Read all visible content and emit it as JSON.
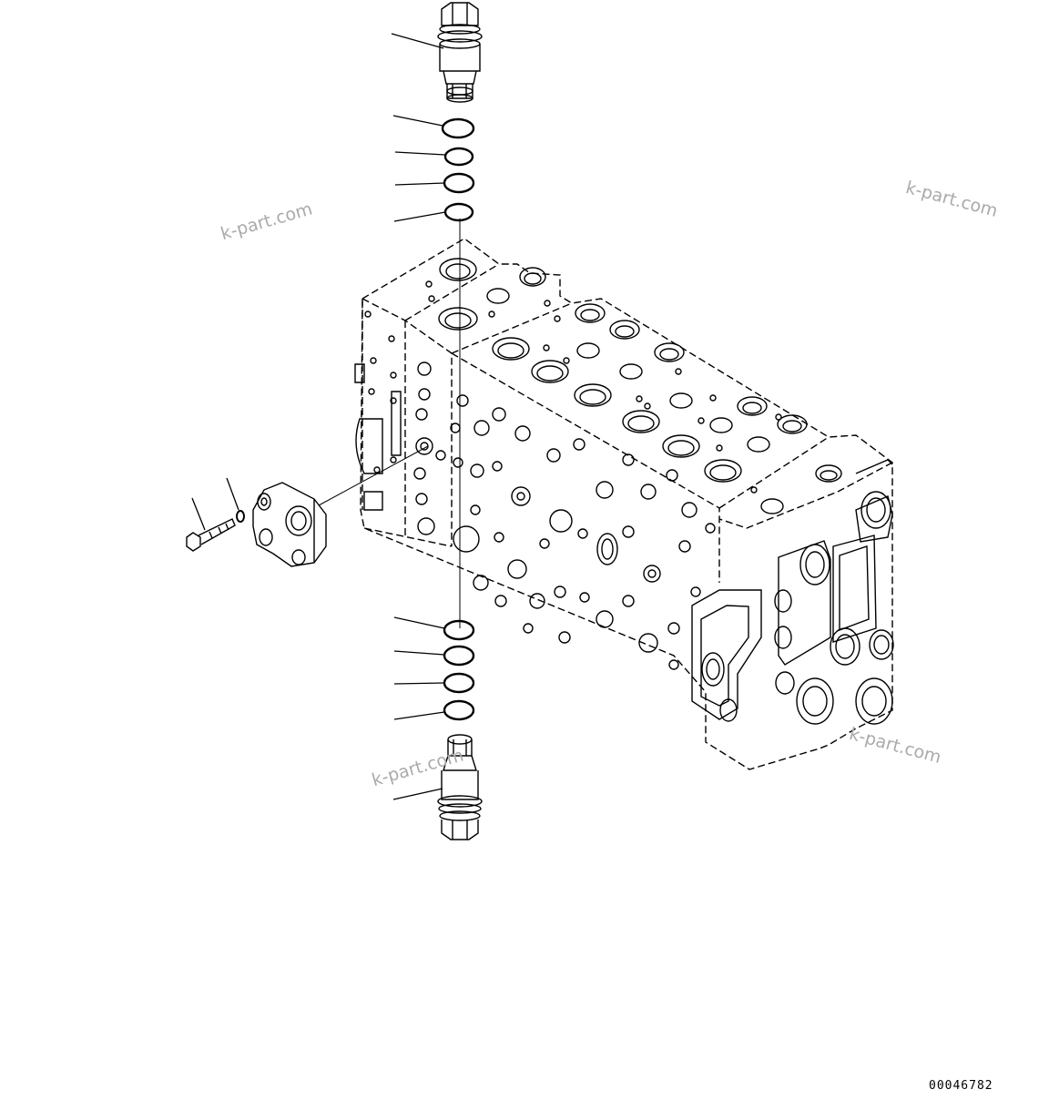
{
  "watermarks": [
    "k-part.com",
    "k-part.com",
    "k-part.com",
    "k-part.com"
  ],
  "drawing_code": "00046782",
  "colors": {
    "line": "#000000",
    "background": "#ffffff",
    "watermark": "#aaaaaa"
  }
}
